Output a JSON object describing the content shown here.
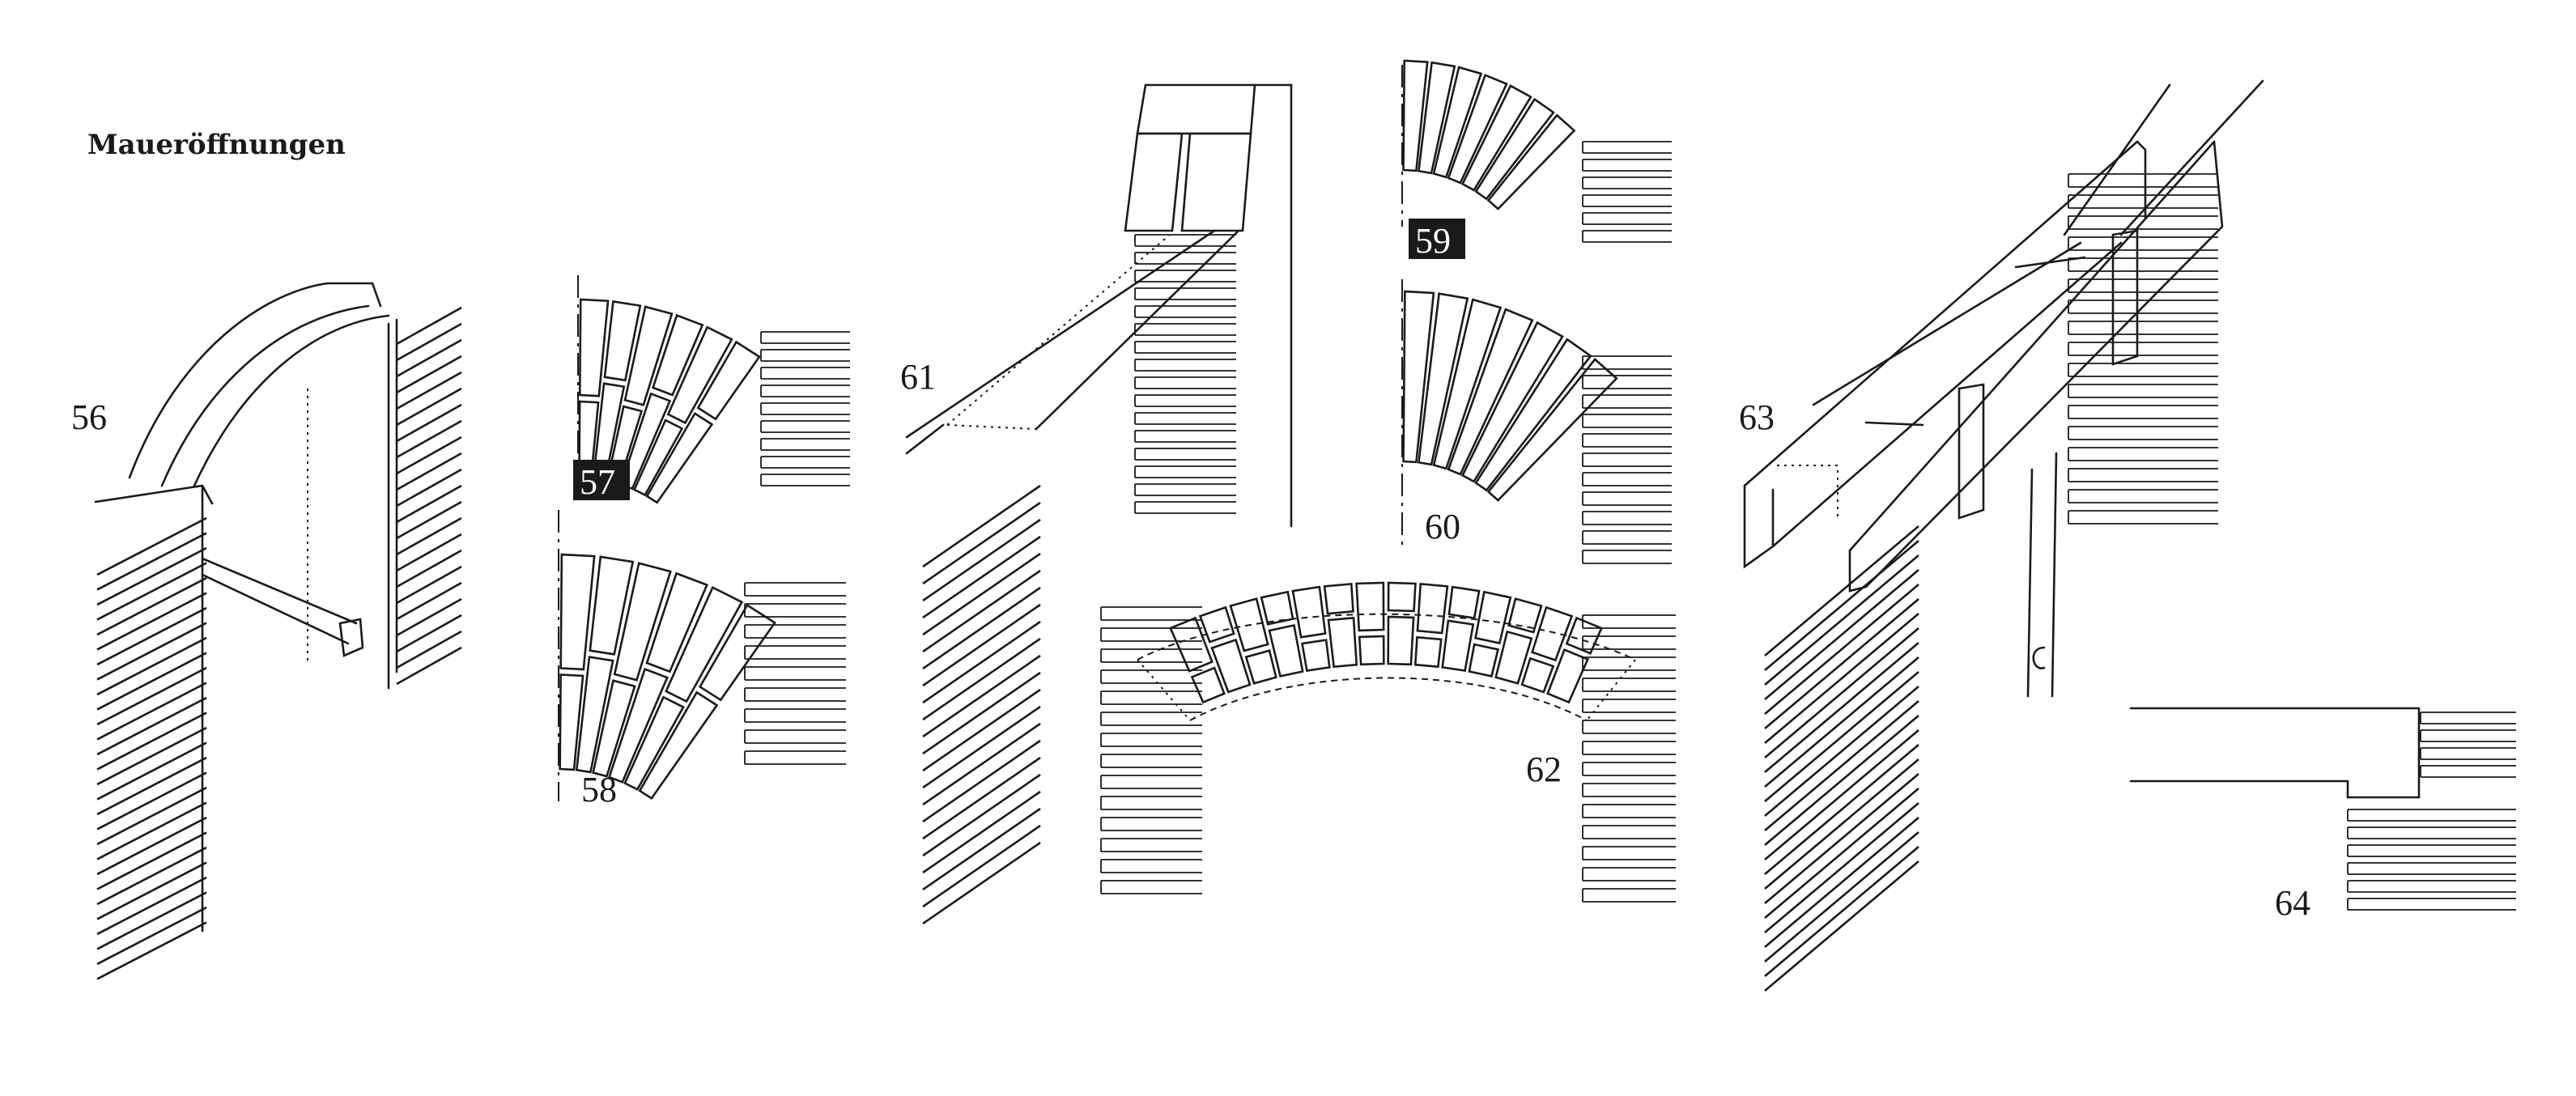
{
  "page": {
    "title": "Maueröffnungen"
  },
  "figures": [
    {
      "id": "fig56",
      "label": "56",
      "inverted": false
    },
    {
      "id": "fig57",
      "label": "57",
      "inverted": true
    },
    {
      "id": "fig58",
      "label": "58",
      "inverted": false
    },
    {
      "id": "fig59",
      "label": "59",
      "inverted": true
    },
    {
      "id": "fig60",
      "label": "60",
      "inverted": false
    },
    {
      "id": "fig61",
      "label": "61",
      "inverted": false
    },
    {
      "id": "fig62",
      "label": "62",
      "inverted": false
    },
    {
      "id": "fig63",
      "label": "63",
      "inverted": false
    },
    {
      "id": "fig64",
      "label": "64",
      "inverted": false
    }
  ],
  "colors": {
    "ink": "#1a1a1a",
    "paper": "#ffffff"
  }
}
